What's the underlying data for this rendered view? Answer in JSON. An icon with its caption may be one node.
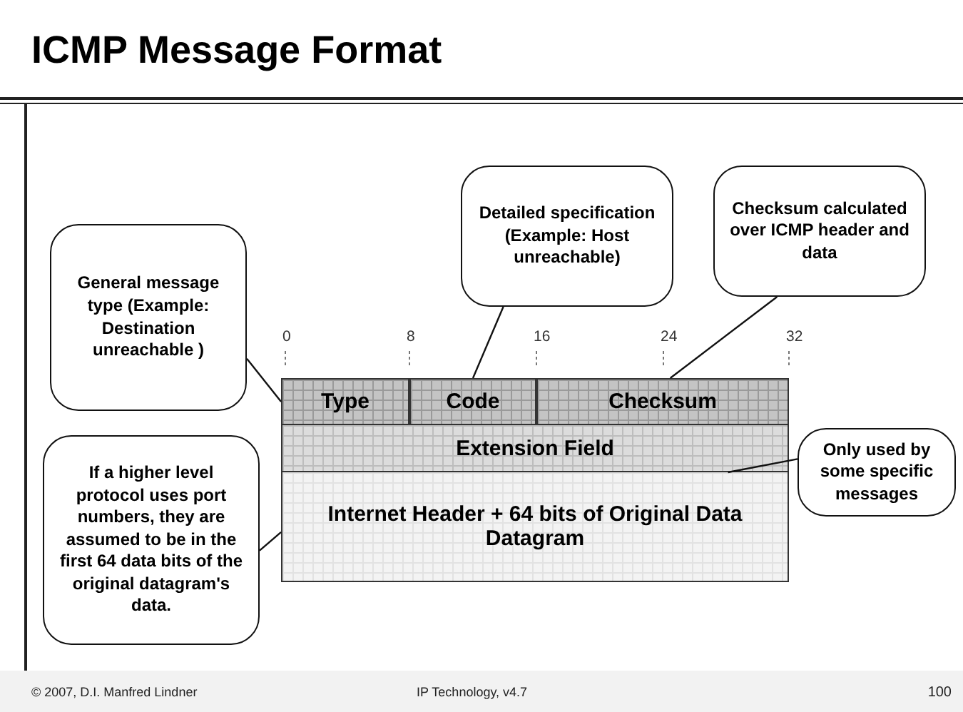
{
  "diagram": {
    "title": "ICMP Message Format",
    "nodes": [
      {
        "text": [
          "Type"
        ]
      },
      {
        "text": [
          "Code"
        ]
      },
      {
        "text": [
          "Checksum"
        ]
      },
      {
        "text": [
          "Extension Field"
        ]
      },
      {
        "text": [
          "Internet Header + 64 bits of Original Data Datagram"
        ]
      },
      {
        "text": [
          "General message type (Example: Destination unreachable )"
        ]
      },
      {
        "text": [
          "Detailed specification (Example: Host unreachable)"
        ]
      },
      {
        "text": [
          "Checksum calculated over ICMP header and data"
        ]
      },
      {
        "text": [
          "Only used by some specific messages"
        ]
      },
      {
        "text": [
          "If a higher level protocol uses port numbers, they are assumed to be in the first 64 data bits of the original datagram's data."
        ]
      }
    ],
    "edges": [
      {
        "from": 5,
        "to": 0,
        "arrow": "none"
      },
      {
        "from": 6,
        "to": 1,
        "arrow": "none"
      },
      {
        "from": 7,
        "to": 2,
        "arrow": "none"
      },
      {
        "from": 8,
        "to": 3,
        "arrow": "none"
      },
      {
        "from": 9,
        "to": 4,
        "arrow": "none"
      }
    ],
    "labels": [
      "0",
      "8",
      "16",
      "24",
      "32",
      "© 2007, D.I. Manfred Lindner",
      "IP Technology, v4.7",
      "100"
    ]
  }
}
